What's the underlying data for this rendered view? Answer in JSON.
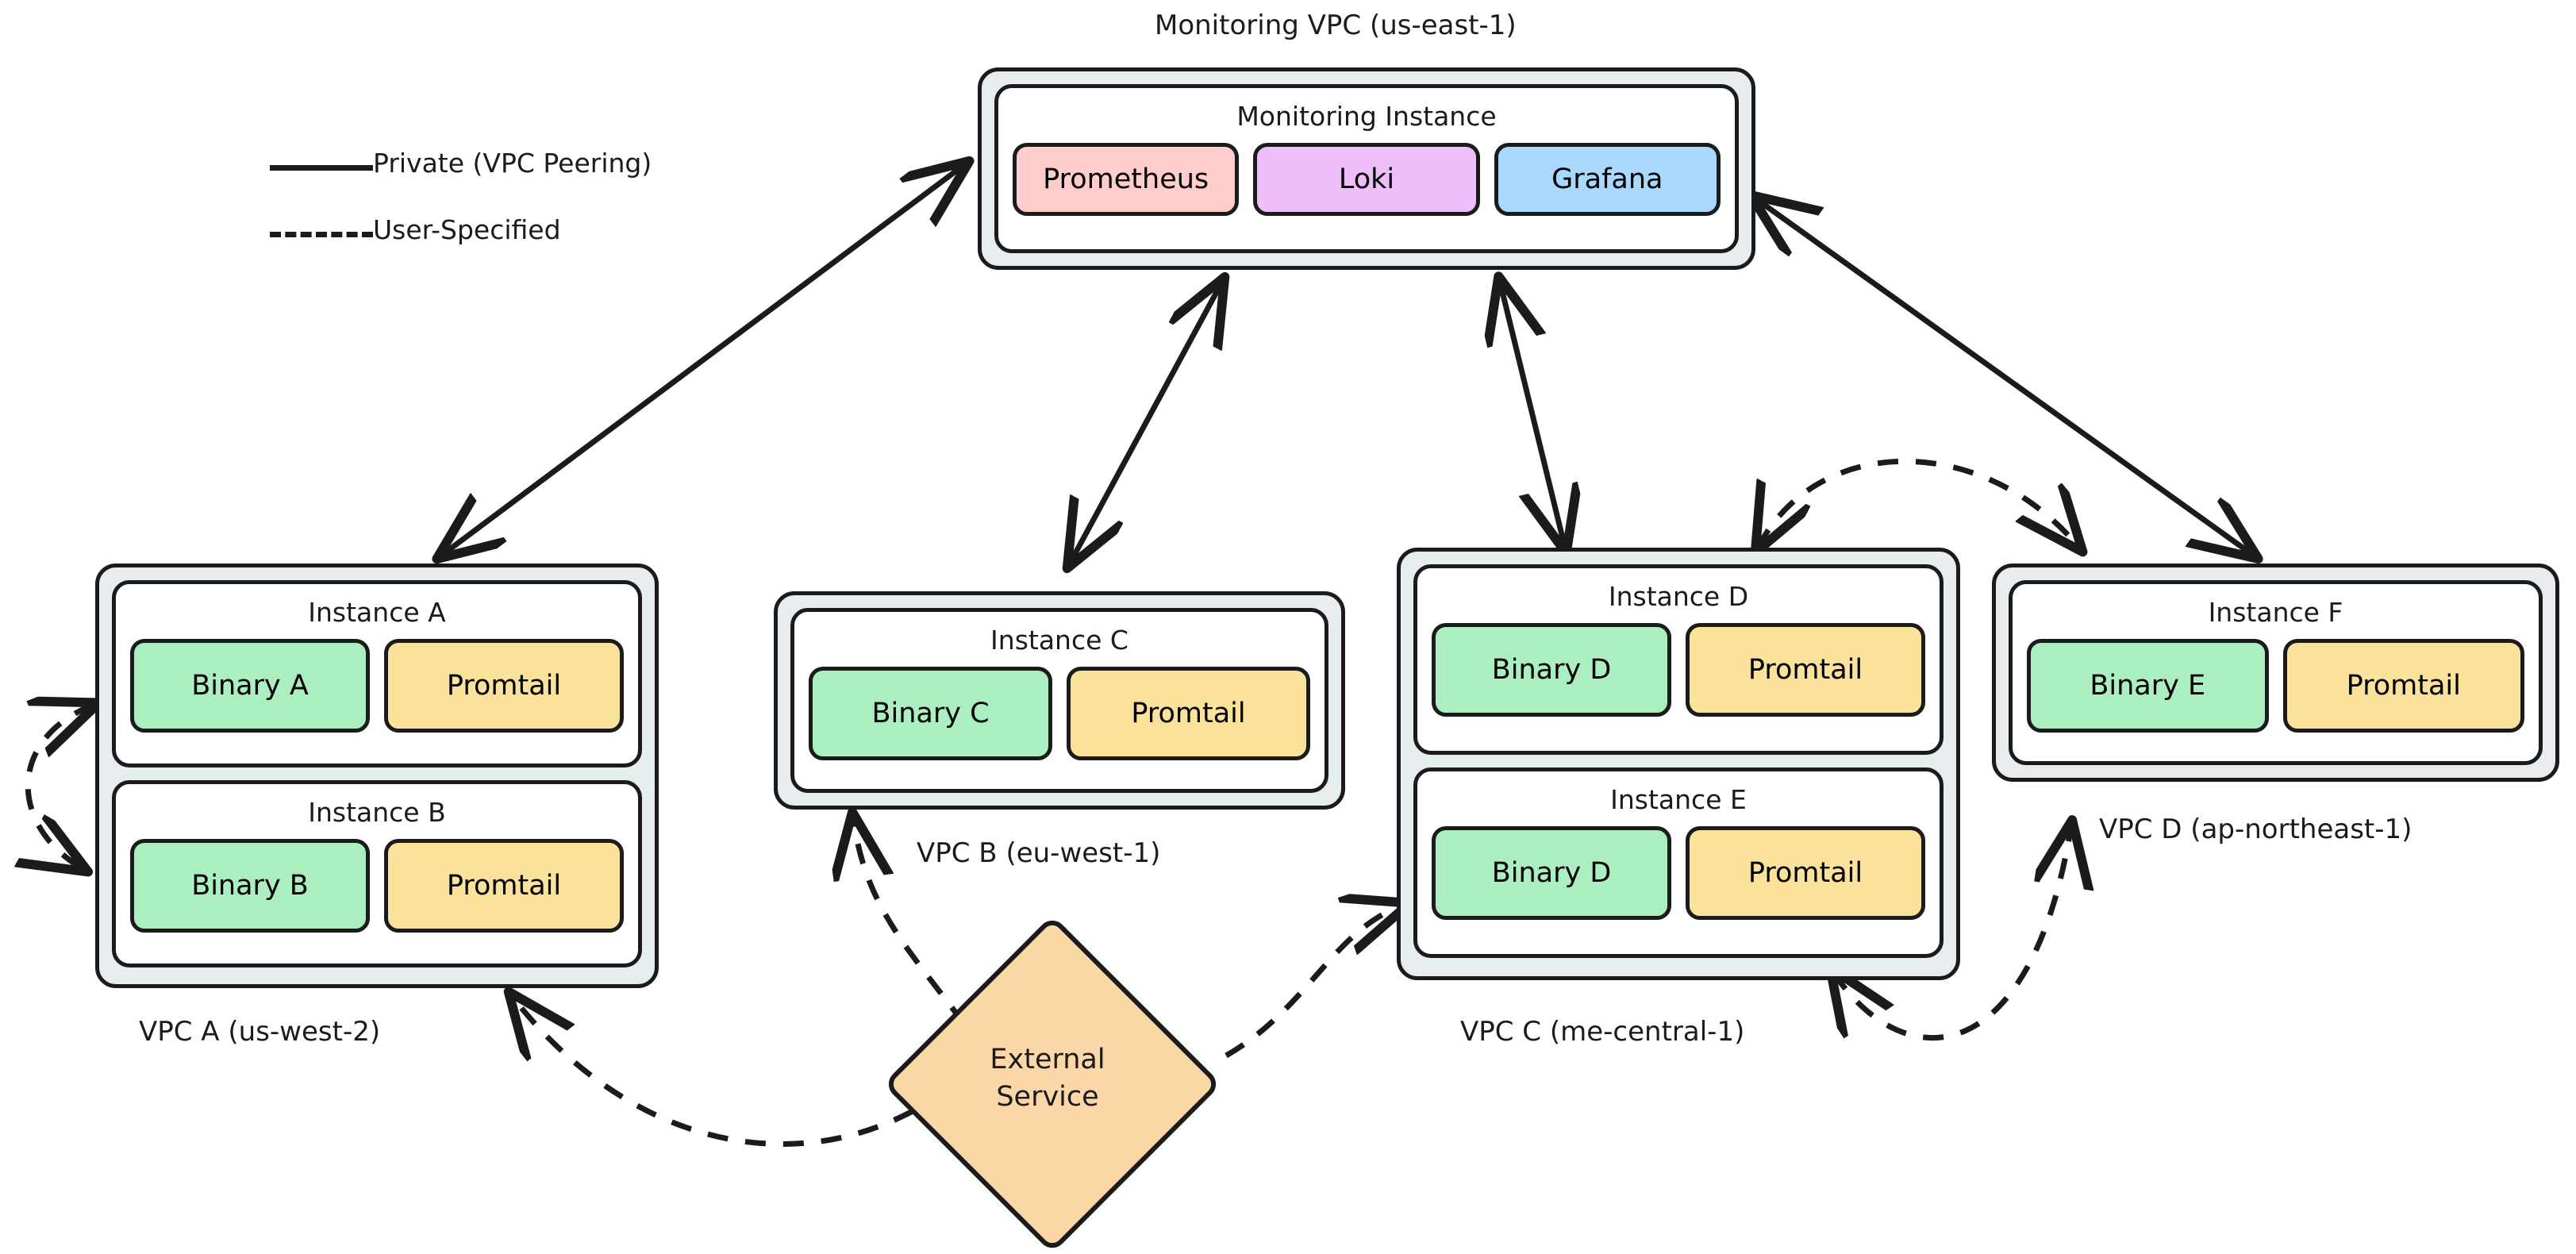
{
  "diagram": {
    "legend": {
      "items": [
        {
          "label": "Private (VPC Peering)",
          "style": "solid",
          "icon": "solid-line-icon"
        },
        {
          "label": "User-Specified",
          "style": "dashed",
          "icon": "dashed-line-icon"
        }
      ]
    },
    "monitoring_vpc": {
      "title": "Monitoring VPC (us-east-1)",
      "instance": {
        "title": "Monitoring Instance",
        "components": [
          {
            "label": "Prometheus",
            "color": "#ffcccc"
          },
          {
            "label": "Loki",
            "color": "#efbdfa"
          },
          {
            "label": "Grafana",
            "color": "#a8d8fc"
          }
        ]
      }
    },
    "vpcs": [
      {
        "title": "VPC A (us-west-2)",
        "instances": [
          {
            "title": "Instance A",
            "components": [
              {
                "label": "Binary A",
                "color": "#abefc0"
              },
              {
                "label": "Promtail",
                "color": "#fae29b"
              }
            ]
          },
          {
            "title": "Instance B",
            "components": [
              {
                "label": "Binary B",
                "color": "#abefc0"
              },
              {
                "label": "Promtail",
                "color": "#fae29b"
              }
            ]
          }
        ]
      },
      {
        "title": "VPC B (eu-west-1)",
        "instances": [
          {
            "title": "Instance C",
            "components": [
              {
                "label": "Binary C",
                "color": "#abefc0"
              },
              {
                "label": "Promtail",
                "color": "#fae29b"
              }
            ]
          }
        ]
      },
      {
        "title": "VPC C (me-central-1)",
        "instances": [
          {
            "title": "Instance D",
            "components": [
              {
                "label": "Binary D",
                "color": "#abefc0"
              },
              {
                "label": "Promtail",
                "color": "#fae29b"
              }
            ]
          },
          {
            "title": "Instance E",
            "components": [
              {
                "label": "Binary D",
                "color": "#abefc0"
              },
              {
                "label": "Promtail",
                "color": "#fae29b"
              }
            ]
          }
        ]
      },
      {
        "title": "VPC D (ap-northeast-1)",
        "instances": [
          {
            "title": "Instance F",
            "components": [
              {
                "label": "Binary E",
                "color": "#abefc0"
              },
              {
                "label": "Promtail",
                "color": "#fae29b"
              }
            ]
          }
        ]
      }
    ],
    "external": {
      "label_line1": "External",
      "label_line2": "Service",
      "color": "#fbd7a8"
    },
    "connections": [
      {
        "from": "Monitoring VPC (us-east-1)",
        "to": "VPC A (us-west-2)",
        "style": "solid",
        "arrows": "both"
      },
      {
        "from": "Monitoring VPC (us-east-1)",
        "to": "VPC B (eu-west-1)",
        "style": "solid",
        "arrows": "both"
      },
      {
        "from": "Monitoring VPC (us-east-1)",
        "to": "VPC C (me-central-1)",
        "style": "solid",
        "arrows": "both"
      },
      {
        "from": "Monitoring VPC (us-east-1)",
        "to": "VPC D (ap-northeast-1)",
        "style": "solid",
        "arrows": "both"
      },
      {
        "from": "Instance A",
        "to": "Instance B",
        "style": "dashed",
        "arrows": "both"
      },
      {
        "from": "Instance D",
        "to": "Instance F",
        "style": "dashed",
        "arrows": "both"
      },
      {
        "from": "Instance E",
        "to": "VPC D (ap-northeast-1)",
        "style": "dashed",
        "arrows": "both"
      },
      {
        "from": "External Service",
        "to": "VPC A (us-west-2)",
        "style": "dashed",
        "arrows": "single"
      },
      {
        "from": "External Service",
        "to": "VPC B (eu-west-1)",
        "style": "dashed",
        "arrows": "single"
      },
      {
        "from": "External Service",
        "to": "Instance E",
        "style": "dashed",
        "arrows": "single"
      }
    ],
    "palette": {
      "stroke": "#1b1b1b",
      "vpc_fill": "#e7ecef",
      "instance_fill": "#ffffff",
      "background": "#ffffff"
    }
  }
}
